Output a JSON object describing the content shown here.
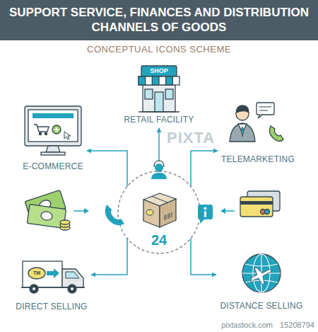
{
  "diagram": {
    "title": "SUPPORT SERVICE, FINANCES AND DISTRIBUTION CHANNELS OF GOODS",
    "nodes": [
      {
        "text": [
          "24"
        ]
      },
      {
        "text": [
          "E-COMMERCE"
        ]
      },
      {
        "text": [
          "SHOP",
          "RETAIL FACILITY"
        ]
      },
      {
        "text": [
          "TELEMARKETING"
        ]
      },
      {
        "text": [
          "DIRECT SELLING"
        ]
      },
      {
        "text": [
          "DISTANCE SELLING"
        ]
      }
    ],
    "edges": [
      {
        "from": 0,
        "to": 1,
        "arrow": "to"
      },
      {
        "from": 0,
        "to": 2,
        "arrow": "to"
      },
      {
        "from": 0,
        "to": 3,
        "arrow": "to"
      },
      {
        "from": 0,
        "to": 4,
        "arrow": "to"
      },
      {
        "from": 0,
        "to": 5,
        "arrow": "to"
      }
    ],
    "labels": [
      "CONCEPTUAL ICONS SCHEME",
      "TM",
      "PIXTA",
      "pixtastock.com",
      "15208794"
    ]
  }
}
